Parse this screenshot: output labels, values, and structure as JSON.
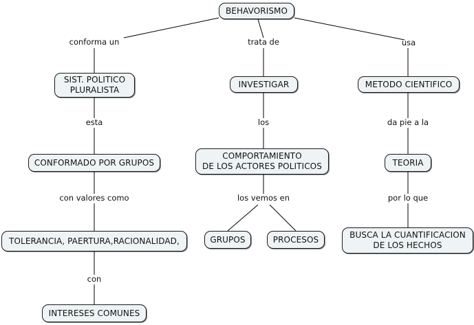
{
  "diagram": {
    "title": "BEHAVORISMO",
    "type": "concept-map",
    "background_color": "#ffffff",
    "node_fill_color": "#eef4f5",
    "node_border_color": "#1a1a1a",
    "edge_color": "#000000",
    "nodes": [
      {
        "id": "behavorismo",
        "label": "BEHAVORISMO"
      },
      {
        "id": "sist-politico-pluralista",
        "label": "SIST. POLITICO\nPLURALISTA"
      },
      {
        "id": "investigar",
        "label": "INVESTIGAR"
      },
      {
        "id": "metodo-cientifico",
        "label": "METODO CIENTIFICO"
      },
      {
        "id": "conformado-por-grupos",
        "label": "CONFORMADO POR GRUPOS"
      },
      {
        "id": "comportamiento-actores-politicos",
        "label": "COMPORTAMIENTO\nDE LOS ACTORES POLITICOS"
      },
      {
        "id": "teoria",
        "label": "TEORIA"
      },
      {
        "id": "tolerancia",
        "label": "TOLERANCIA, PAERTURA,RACIONALIDAD,"
      },
      {
        "id": "grupos",
        "label": "GRUPOS"
      },
      {
        "id": "procesos",
        "label": "PROCESOS"
      },
      {
        "id": "busca-cuantificacion",
        "label": "BUSCA LA CUANTIFICACION\nDE LOS HECHOS"
      },
      {
        "id": "intereses-comunes",
        "label": "INTERESES COMUNES"
      }
    ],
    "link_labels": [
      {
        "id": "conforma-un",
        "label": "conforma un",
        "from": "behavorismo",
        "to": "sist-politico-pluralista"
      },
      {
        "id": "trata-de",
        "label": "trata de",
        "from": "behavorismo",
        "to": "investigar"
      },
      {
        "id": "usa",
        "label": "usa",
        "from": "behavorismo",
        "to": "metodo-cientifico"
      },
      {
        "id": "esta",
        "label": "esta",
        "from": "sist-politico-pluralista",
        "to": "conformado-por-grupos"
      },
      {
        "id": "los",
        "label": "los",
        "from": "investigar",
        "to": "comportamiento-actores-politicos"
      },
      {
        "id": "da-pie-a-la",
        "label": "da pie a la",
        "from": "metodo-cientifico",
        "to": "teoria"
      },
      {
        "id": "con-valores-como",
        "label": "con valores como",
        "from": "conformado-por-grupos",
        "to": "tolerancia"
      },
      {
        "id": "los-vemos-en",
        "label": "los vemos en",
        "from": "comportamiento-actores-politicos",
        "to": "grupos"
      },
      {
        "id": "por-lo-que",
        "label": "por lo que",
        "from": "teoria",
        "to": "busca-cuantificacion"
      },
      {
        "id": "con",
        "label": "con",
        "from": "tolerancia",
        "to": "intereses-comunes"
      }
    ]
  }
}
